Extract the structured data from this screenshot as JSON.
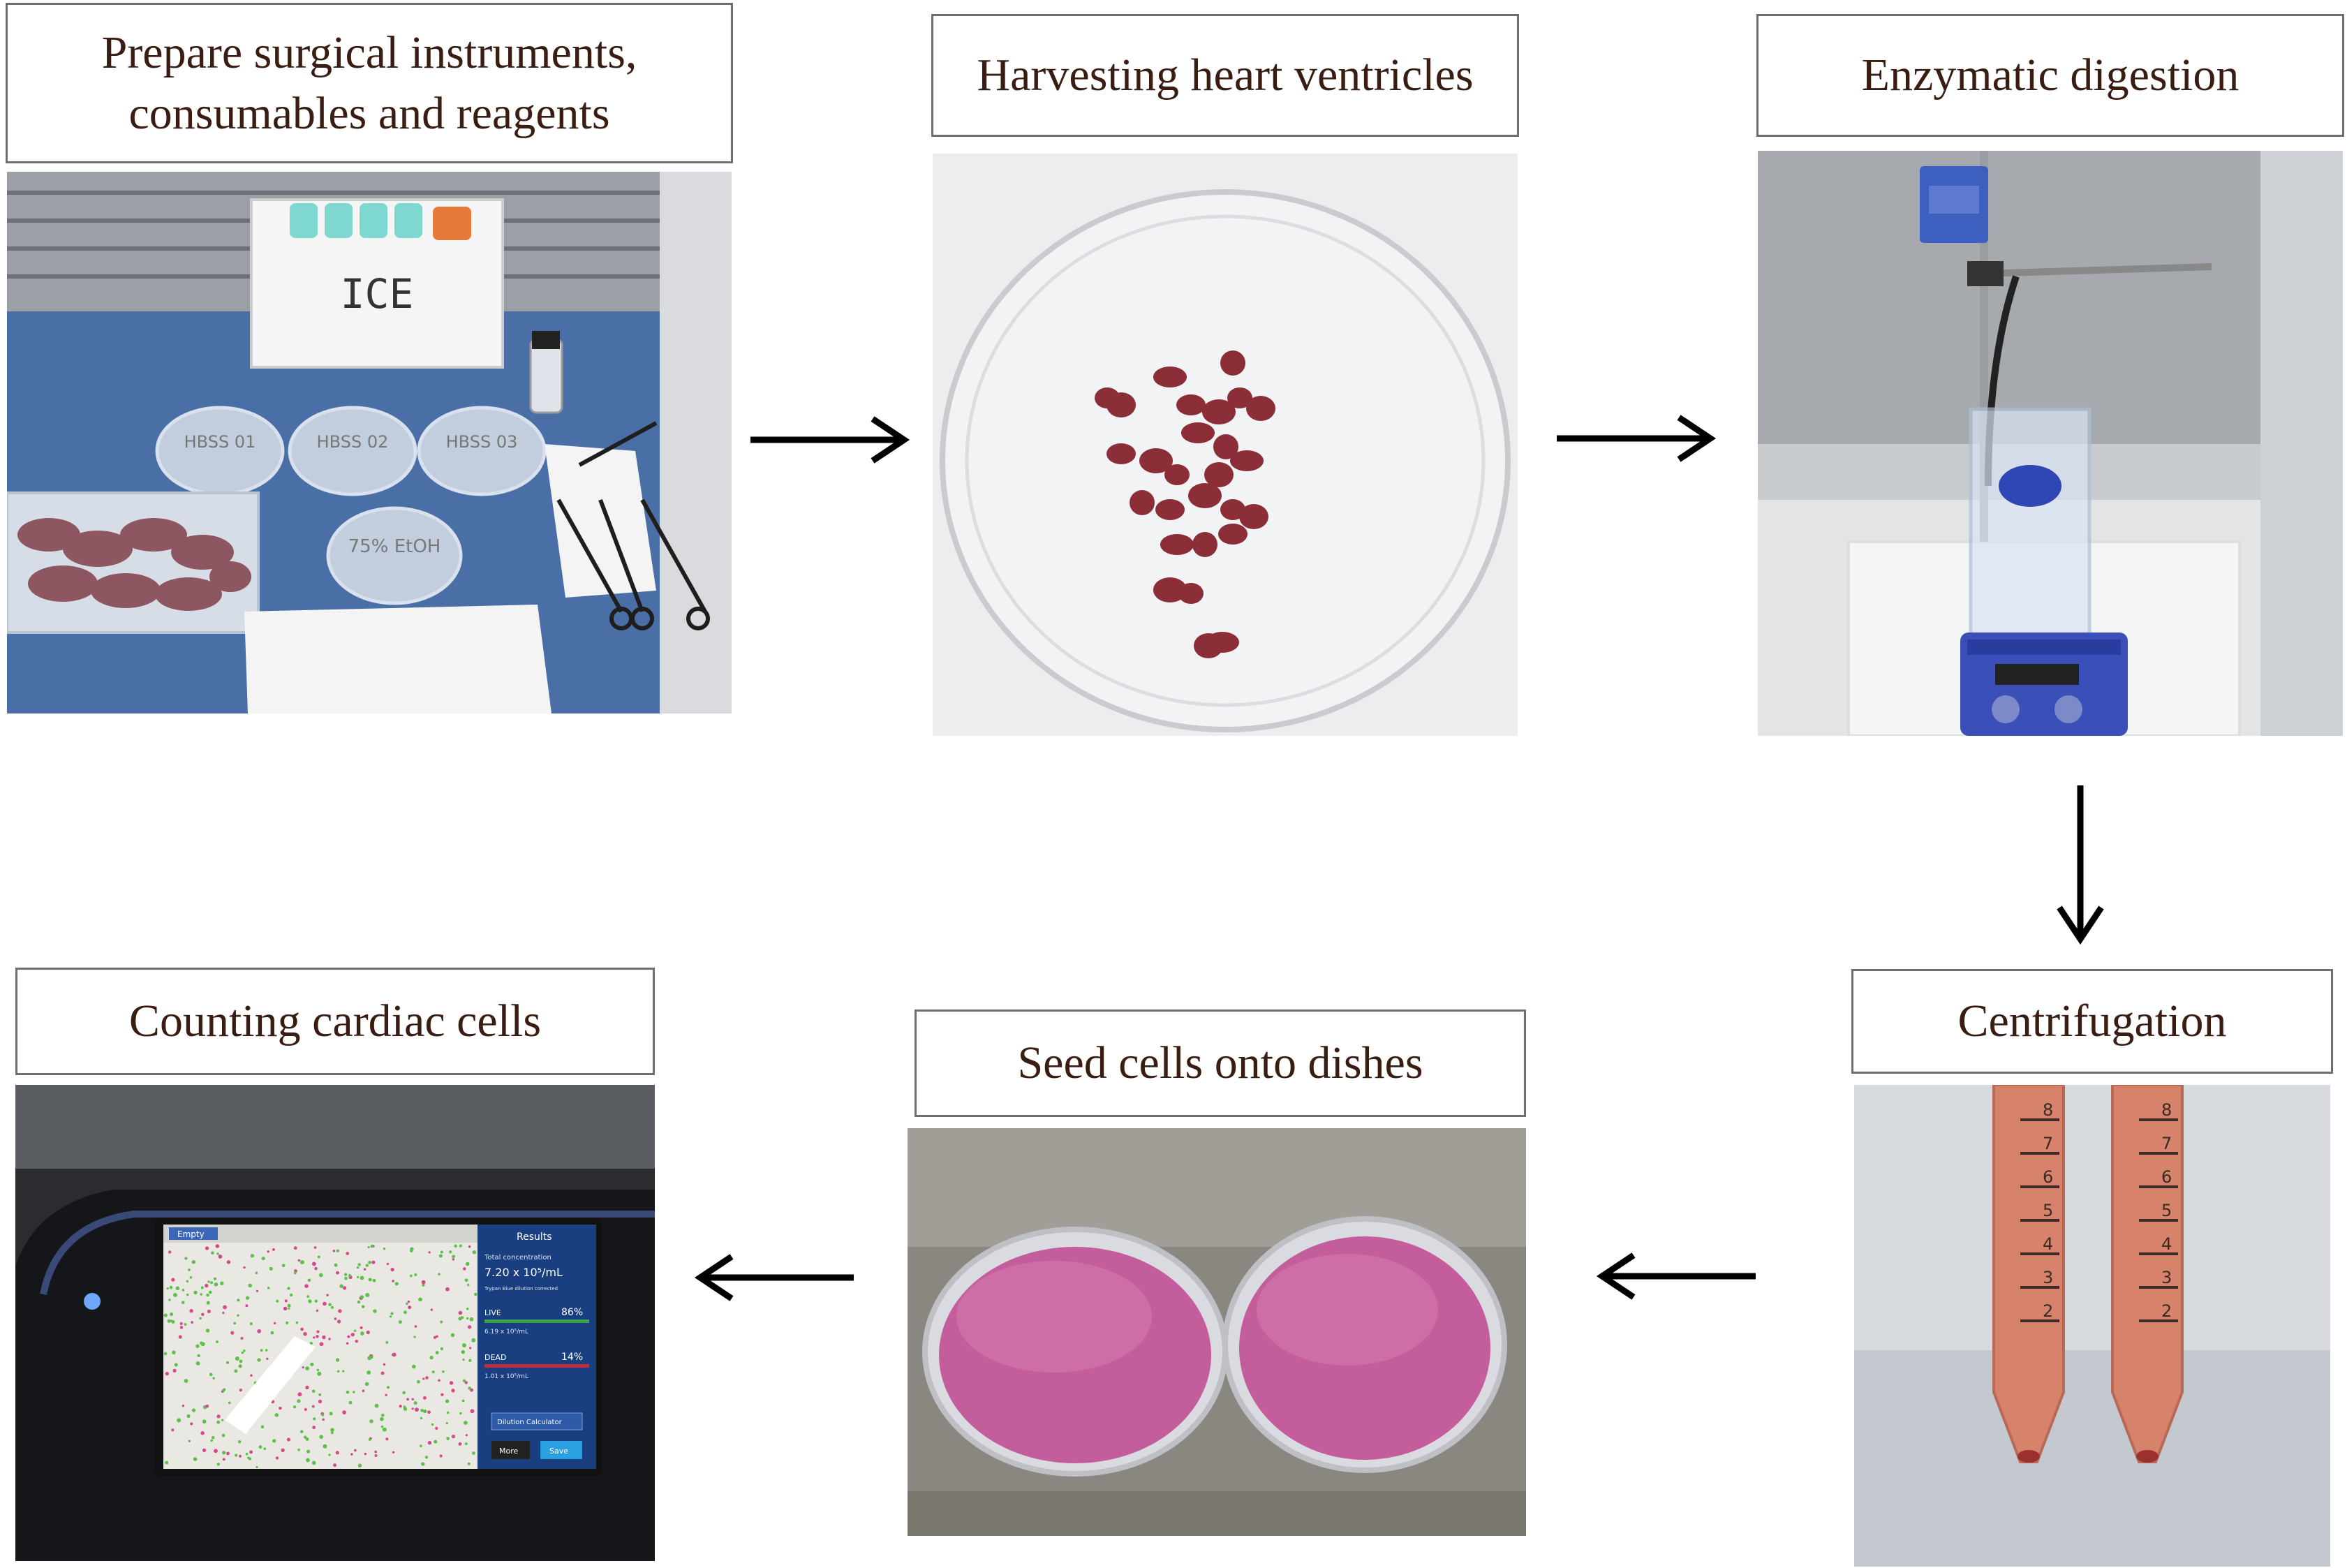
{
  "steps": [
    {
      "label_lines": [
        "Prepare surgical instruments,",
        "consumables and reagents"
      ]
    },
    {
      "label_lines": [
        "Harvesting heart ventricles"
      ]
    },
    {
      "label_lines": [
        "Enzymatic digestion"
      ]
    },
    {
      "label_lines": [
        "Centrifugation"
      ]
    },
    {
      "label_lines": [
        "Seed cells onto dishes"
      ]
    },
    {
      "label_lines": [
        "Counting cardiac cells"
      ]
    }
  ],
  "photo_text": {
    "ice_box": "ICE",
    "dish_1": "HBSS 01",
    "dish_2": "HBSS 02",
    "dish_3": "HBSS 03",
    "dish_4": "75% EtOH",
    "counter_title": "Results",
    "counter_tab": "Empty",
    "counter_total_label": "Total concentration",
    "counter_total_value": "7.20 x 10⁵/mL",
    "counter_note": "Trypan Blue dilution corrected",
    "counter_live_label": "LIVE",
    "counter_live_pct": "86%",
    "counter_live_value": "6.19 x 10⁵/mL",
    "counter_dead_label": "DEAD",
    "counter_dead_pct": "14%",
    "counter_dead_value": "1.01 x 10⁵/mL",
    "counter_btn_dilution": "Dilution Calculator",
    "counter_btn_more": "More",
    "counter_btn_save": "Save",
    "tube_ticks": [
      "8",
      "7",
      "6",
      "5",
      "4",
      "3",
      "2"
    ]
  },
  "colors": {
    "border": "#6e6e6e",
    "label_text": "#3a1d12",
    "arrow": "#000000"
  }
}
